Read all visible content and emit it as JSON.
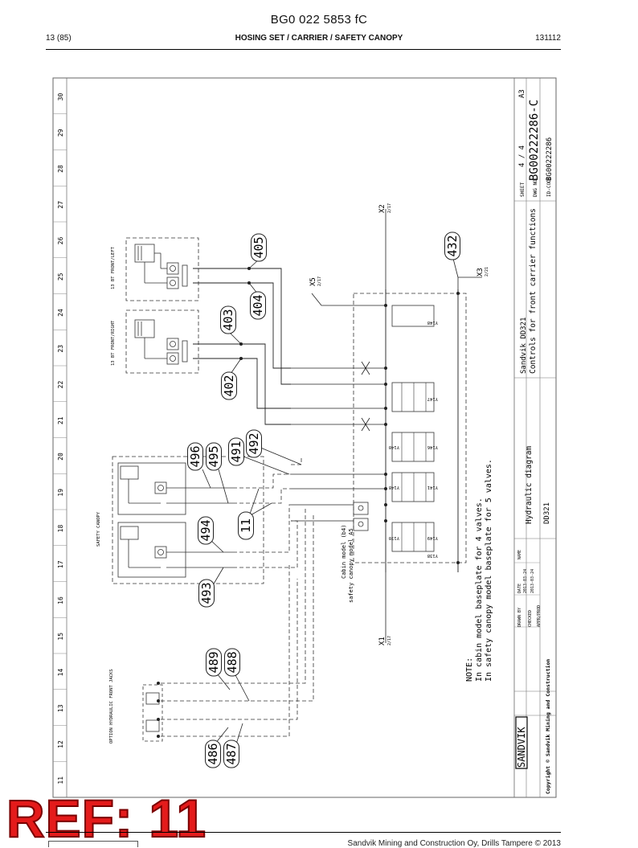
{
  "header": {
    "doc_code": "BG0 022 5853 fC",
    "page": "13 (85)",
    "section": "HOSING SET / CARRIER / SAFETY CANOPY",
    "date": "131112"
  },
  "border": {
    "columns": [
      "11",
      "12",
      "13",
      "14",
      "15",
      "16",
      "17",
      "18",
      "19",
      "20",
      "21",
      "22",
      "23",
      "24",
      "25",
      "26",
      "27",
      "28",
      "29",
      "30"
    ]
  },
  "labels": {
    "front_jacks": "13 BT\nFRONT/LEFT",
    "front_jacks_2": "13 BT\nFRONT/RIGHT",
    "safety_canopy": "SAFETY CANOPY",
    "hydraulic_jacks": "OPTION\nHYDRAULIC\nFRONT JACKS",
    "x1": "X1",
    "x1_sub": "2/17",
    "x2": "X2",
    "x2_sub": "2/17",
    "x3": "X3",
    "x3_sub": "2/21",
    "x5": "X5",
    "x5_sub": "2/17",
    "note_head": "NOTE:",
    "note_1": "In cabin model baseplate for 4 valves.",
    "note_2": "In safety canopy model baseplate for 5 valves.",
    "cabin_model": "Cabin model (b4)",
    "canopy_model": "safety canopy model A5",
    "valves": [
      "Y148",
      "Y147",
      "Y146",
      "Y141",
      "Y140",
      "Y148",
      "Y149",
      "Y170",
      "Y138"
    ]
  },
  "callouts": {
    "c405": "405",
    "c404": "404",
    "c403": "403",
    "c402": "402",
    "c432": "432",
    "c496": "496",
    "c495": "495",
    "c491": "491",
    "c492": "492",
    "c494": "494",
    "c11": "11",
    "c493": "493",
    "c489": "489",
    "c488": "488",
    "c486": "486",
    "c487": "487"
  },
  "title_block": {
    "sheet": "SHEET",
    "sheet_val": "4 / 4",
    "size": "A3",
    "dwg_no_label": "DWG NO",
    "dwg_no": "BG00222286-C",
    "id_code_label": "ID-CODE",
    "id_code": "BG00222286",
    "product": "Sandvik DD321",
    "description": "Controls for front carrier functions",
    "drawing_type": "Hydraulic diagram",
    "model": "DD321",
    "brand": "SANDVIK",
    "copyright": "Copyright © Sandvik Mining and Construction",
    "drawn_by": "DRAWN BY",
    "checked": "CHECKED",
    "approved": "APPR/PROD",
    "date_label": "DATE",
    "name_label": "NAME",
    "date_1": "2013-03-24",
    "date_2": "2013-03-24"
  },
  "footer": {
    "company": "Sandvik Mining and Construction Oy, Drills Tampere © 2013"
  },
  "stamp": {
    "ref": "REF: 11"
  }
}
